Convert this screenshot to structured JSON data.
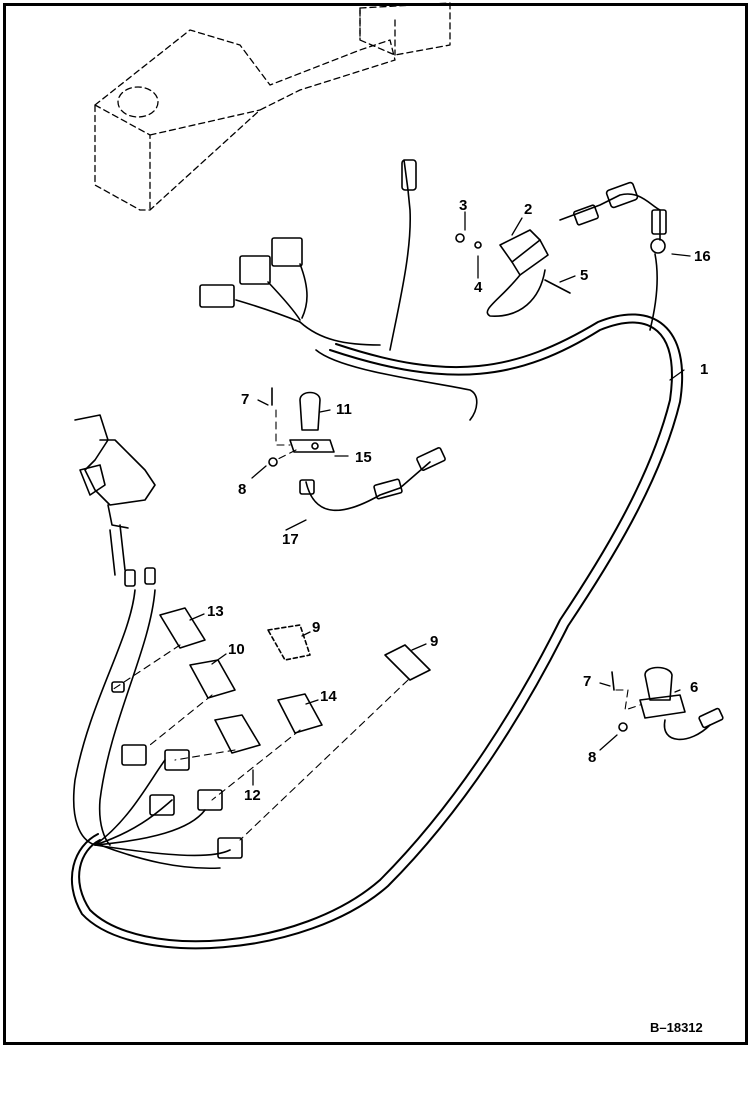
{
  "figure_number": "B–18312",
  "callouts": {
    "c1": "1",
    "c2": "2",
    "c3": "3",
    "c4": "4",
    "c5": "5",
    "c6": "6",
    "c7a": "7",
    "c7b": "7",
    "c8a": "8",
    "c8b": "8",
    "c9a": "9",
    "c9b": "9",
    "c10": "10",
    "c11": "11",
    "c12": "12",
    "c13": "13",
    "c14": "14",
    "c15": "15",
    "c16": "16",
    "c17": "17"
  }
}
